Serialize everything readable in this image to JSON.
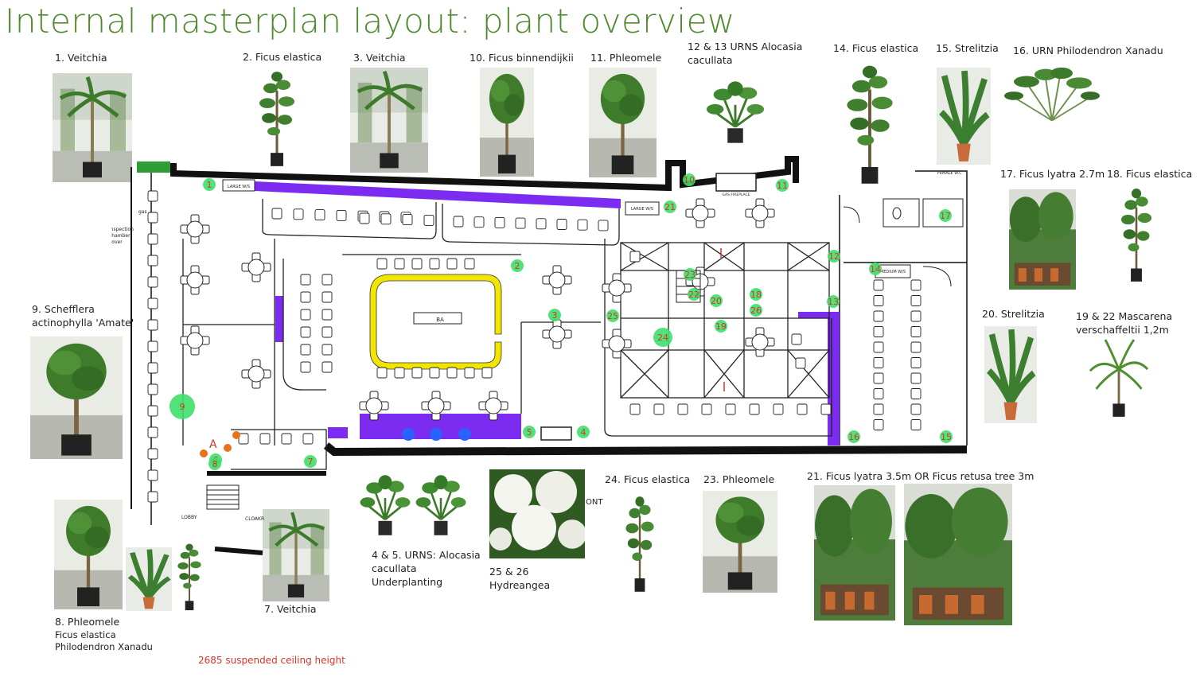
{
  "title": "Internal masterplan layout: plant overview",
  "footnote": "2685 suspended ceiling height",
  "plants": {
    "p1": "1. Veitchia",
    "p2": "2. Ficus elastica",
    "p3": "3. Veitchia",
    "p10": "10. Ficus binnendijkii",
    "p11": "11. Phleomele",
    "p12_13_a": "12 & 13 URNS Alocasia",
    "p12_13_b": "cacullata",
    "p14": "14. Ficus elastica",
    "p15": "15. Strelitzia",
    "p16": "16. URN Philodendron Xanadu",
    "p17": "17. Ficus lyatra 2.7m",
    "p18": "18. Ficus elastica",
    "p20": "20. Strelitzia",
    "p19_22_a": "19 & 22 Mascarena",
    "p19_22_b": "verschaffeltii 1,2m",
    "p9_a": "9. Schefflera",
    "p9_b": "actinophylla 'Amate'",
    "p8_a": "8. Phleomele",
    "p8_b": "Ficus elastica",
    "p8_c": "Philodendron Xanadu",
    "p7": "7. Veitchia",
    "p4_5_a": "4 & 5. URNS: Alocasia",
    "p4_5_b": "cacullata",
    "p4_5_c": "Underplanting",
    "p25_26_a": "25 & 26",
    "p25_26_b": "Hydreangea",
    "p24": "24. Ficus elastica",
    "p23": "23. Phleomele",
    "p21": "21. Ficus lyatra 3.5m OR Ficus retusa tree 3m"
  },
  "plan": {
    "bar_label": "BA",
    "lobby": "LOBBY",
    "cloakroom": "CLOAKR",
    "female_wc": "FEMALE W.C",
    "gas": "gas",
    "inspection": "inspection",
    "chamber": "chamber",
    "cover": "cover",
    "gas_fireplace": "GAS FIREPLACE",
    "large_ws_1": "LARGE W/S",
    "large_ws_2": "LARGE W/S",
    "medium_ws": "MEDIUM W/S",
    "marker_a": "A",
    "cont_fragment": "ONT",
    "markers": [
      "1",
      "2",
      "3",
      "4",
      "5",
      "6",
      "7",
      "8",
      "9",
      "10",
      "11",
      "12",
      "13",
      "14",
      "15",
      "16",
      "17",
      "18",
      "19",
      "20",
      "21",
      "22",
      "23",
      "24",
      "25",
      "26"
    ]
  },
  "colors": {
    "title_green": "#4f8a2e",
    "marker_green": "#3ee06a",
    "marker_text": "#d9342b",
    "purple_band": "#7b2cf0",
    "bar_yellow": "#f2e600",
    "wall_black": "#111111",
    "blue_urn": "#2962ff",
    "orange_dot": "#e8711c"
  }
}
